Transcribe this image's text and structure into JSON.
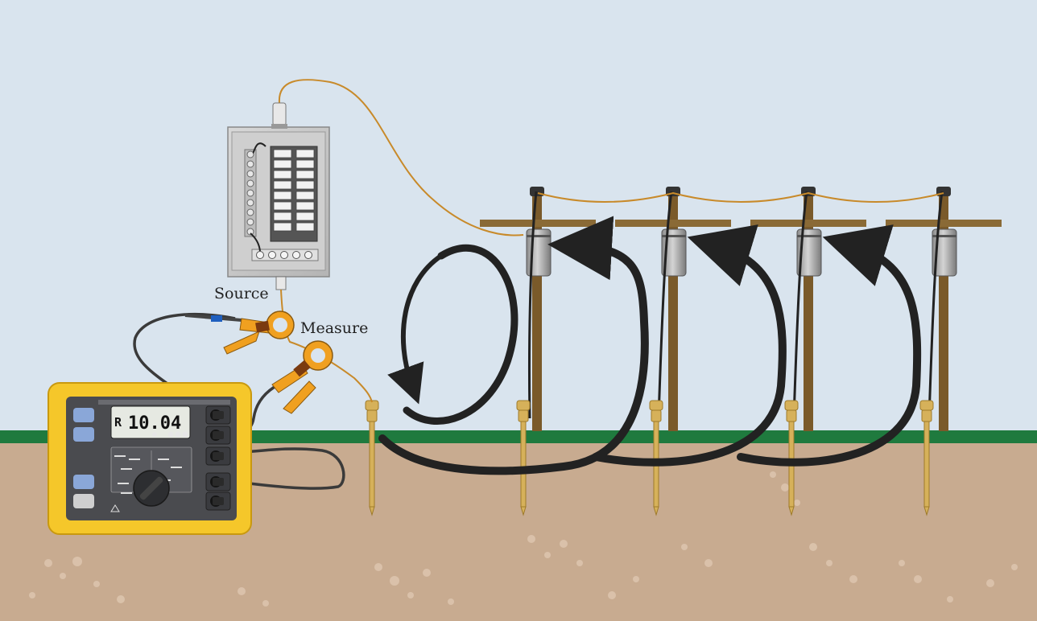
{
  "labels": {
    "source": "Source",
    "measure": "Measure"
  },
  "meter": {
    "mode_symbol": "R",
    "reading": "10.04"
  },
  "colors": {
    "sky": "#d9e4ee",
    "grass": "#1f7a3e",
    "soil": "#c8ab90",
    "meter_body": "#f5c72a",
    "meter_panel": "#4a4b4f",
    "clamp": "#f0a020",
    "pole": "#7a5a2a",
    "wire": "#c88a2a",
    "arrow": "#222222",
    "ground_rod": "#d6b15a"
  },
  "icons": {
    "breaker_panel": "breaker-panel-icon",
    "ground_tester": "earth-ground-tester-icon",
    "clamp": "current-clamp-icon",
    "pole": "utility-pole-icon",
    "ground_rod": "ground-rod-icon",
    "current_arrow": "current-path-arrow-icon"
  }
}
